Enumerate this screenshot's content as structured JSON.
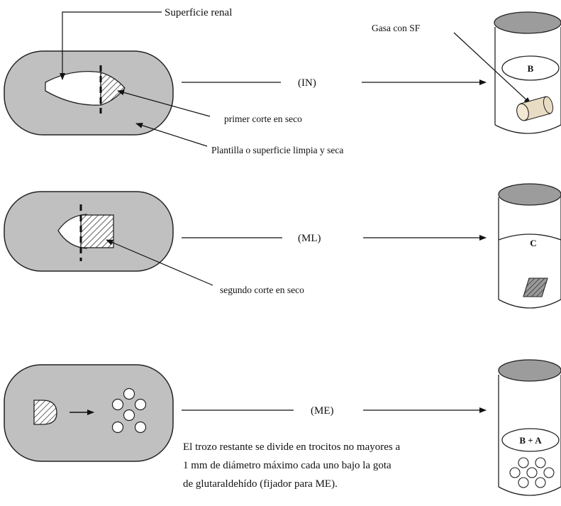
{
  "labels": {
    "superficie_renal": "Superficie renal",
    "gasa_con_sf": "Gasa con SF",
    "primer_corte": "primer corte en seco",
    "plantilla": "Plantilla o superficie limpia y seca",
    "segundo_corte": "segundo corte en seco"
  },
  "rows": [
    {
      "method": "(IN)",
      "jar_label": "B"
    },
    {
      "method": "(ML)",
      "jar_label": "C"
    },
    {
      "method": "(ME)",
      "jar_label": "B + A"
    }
  ],
  "description": [
    "El trozo restante se divide en trocitos no mayores a",
    "1 mm de diámetro máximo cada uno bajo la gota",
    "de glutaraldehído (fijador para ME)."
  ]
}
